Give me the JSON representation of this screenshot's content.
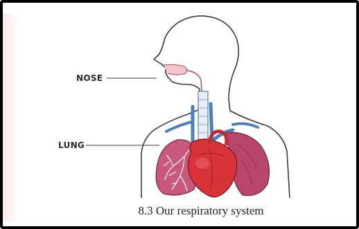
{
  "labels": {
    "nose": "NOSE",
    "lung": "LUNG"
  },
  "caption": "8.3 Our respiratory system",
  "colors": {
    "frame": "#000000",
    "outline": "#3a3a3a",
    "lung_fill": "#b8456a",
    "heart_fill": "#d8323a",
    "airway": "#4f7fb8"
  }
}
